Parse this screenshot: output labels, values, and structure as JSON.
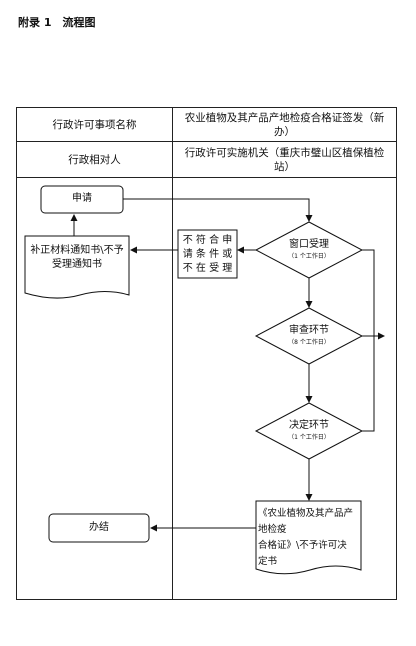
{
  "title": "附录 1　流程图",
  "header": {
    "item_name_label": "行政许可事项名称",
    "item_name_value": "农业植物及其产品产地检疫合格证签发（新办）",
    "counterpart_label": "行政相对人",
    "authority_label": "行政许可实施机关（重庆市璧山区植保植检站）"
  },
  "nodes": {
    "apply": "申请",
    "supplement_lines": [
      "补正材料通知书\\不予",
      "受理通知书"
    ],
    "not_qualified_lines": [
      "不 符 合 申",
      "请 条 件 或",
      "不 在 受 理"
    ],
    "window": "窗口受理",
    "window_days": "（1 个工作日）",
    "review": "审查环节",
    "review_days": "（8 个工作日）",
    "decision": "决定环节",
    "decision_days": "（1 个工作日）",
    "certificate_lines": [
      "《农业植物及其产品产地检疫",
      "合格证》\\不予许可决",
      "定书"
    ],
    "done": "办结"
  }
}
